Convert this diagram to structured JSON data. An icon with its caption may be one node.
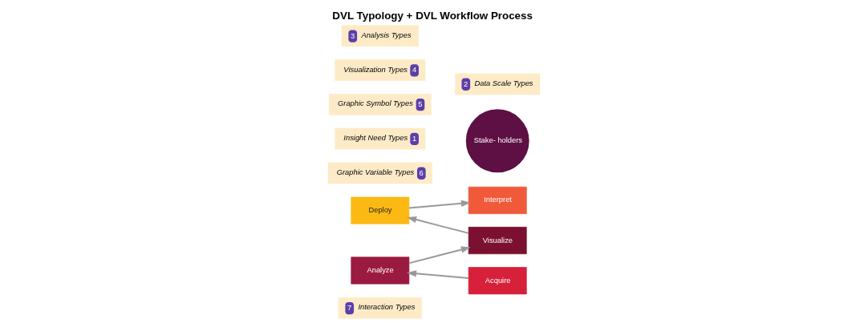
{
  "diagram": {
    "title": "DVL Typology + DVL Workflow Process",
    "nodes": [
      {
        "text": [
          "7",
          "Interaction Types"
        ]
      },
      {
        "text": [
          "Interpret"
        ]
      },
      {
        "text": [
          "Deploy"
        ]
      },
      {
        "text": [
          "Visualize"
        ]
      },
      {
        "text": [
          "Graphic Variable Types",
          "6"
        ]
      },
      {
        "text": [
          "Stake- holders"
        ]
      },
      {
        "text": [
          "Insight Need Types",
          "1"
        ]
      },
      {
        "text": [
          "Graphic Symbol Types",
          "5"
        ]
      },
      {
        "text": [
          "Acquire"
        ]
      },
      {
        "text": [
          "Analyze"
        ]
      },
      {
        "text": [
          "Visualization Types",
          "4"
        ]
      },
      {
        "text": [
          "2",
          "Data Scale Types"
        ]
      },
      {
        "text": [
          "3",
          "Analysis Types"
        ]
      }
    ],
    "edges": [
      {
        "from": 8,
        "to": 9,
        "arrow": "to"
      },
      {
        "from": 9,
        "to": 3,
        "arrow": "to"
      },
      {
        "from": 3,
        "to": 2,
        "arrow": "to"
      },
      {
        "from": 2,
        "to": 1,
        "arrow": "to"
      }
    ]
  }
}
